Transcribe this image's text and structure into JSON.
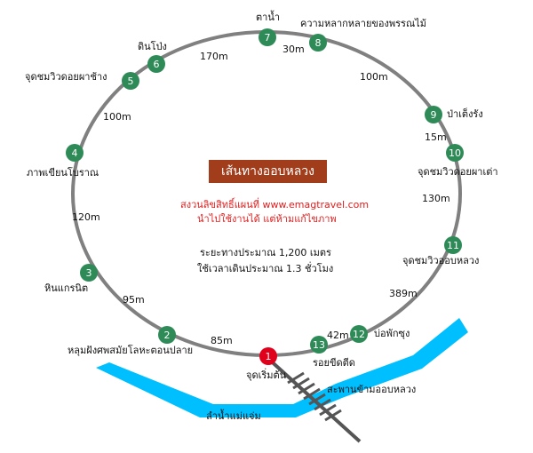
{
  "title": "เส้นทางออบหลวง",
  "copyright": [
    "สงวนลิขสิทธิ์แผนที่ www.emagtravel.com",
    "นำไปใช้งานได้ แต่ห้ามแก้ไขภาพ"
  ],
  "info": [
    "ระยะทางประมาณ 1,200 เมตร",
    "ใช้เวลาเดินประมาณ 1.3 ชั่วโมง"
  ],
  "colors": {
    "trail": "#808080",
    "node": "#2e8b57",
    "start_node": "#e0001b",
    "river": "#00bfff",
    "title_bg": "#a23d1c",
    "copyright": "#e02020",
    "bridge": "#555555"
  },
  "stations": [
    {
      "num": "1",
      "label": "จุดเริ่มต้น"
    },
    {
      "num": "2",
      "label": "หลุมฝังศพสมัยโลหะตอนปลาย"
    },
    {
      "num": "3",
      "label": "หินแกรนิต"
    },
    {
      "num": "4",
      "label": "ภาพเขียนโบราณ"
    },
    {
      "num": "5",
      "label": "จุดชมวิวดอยผาช้าง"
    },
    {
      "num": "6",
      "label": "ดินโป่ง"
    },
    {
      "num": "7",
      "label": "ตาน้ำ"
    },
    {
      "num": "8",
      "label": "ความหลากหลายของพรรณไม้"
    },
    {
      "num": "9",
      "label": "ป่าเต็งรัง"
    },
    {
      "num": "10",
      "label": "จุดชมวิวดอยผาเต่า"
    },
    {
      "num": "11",
      "label": "จุดชมวิวออบหลวง"
    },
    {
      "num": "12",
      "label": "บ่อพักซุง"
    },
    {
      "num": "13",
      "label": "รอยขีดตีด"
    }
  ],
  "distances": [
    "85m",
    "95m",
    "120m",
    "100m",
    "170m",
    "30m",
    "100m",
    "15m",
    "130m",
    "389m",
    "42m"
  ],
  "river_label": "ลำน้ำแม่แจ่ม",
  "bridge_label": "สะพานข้ามออบหลวง"
}
